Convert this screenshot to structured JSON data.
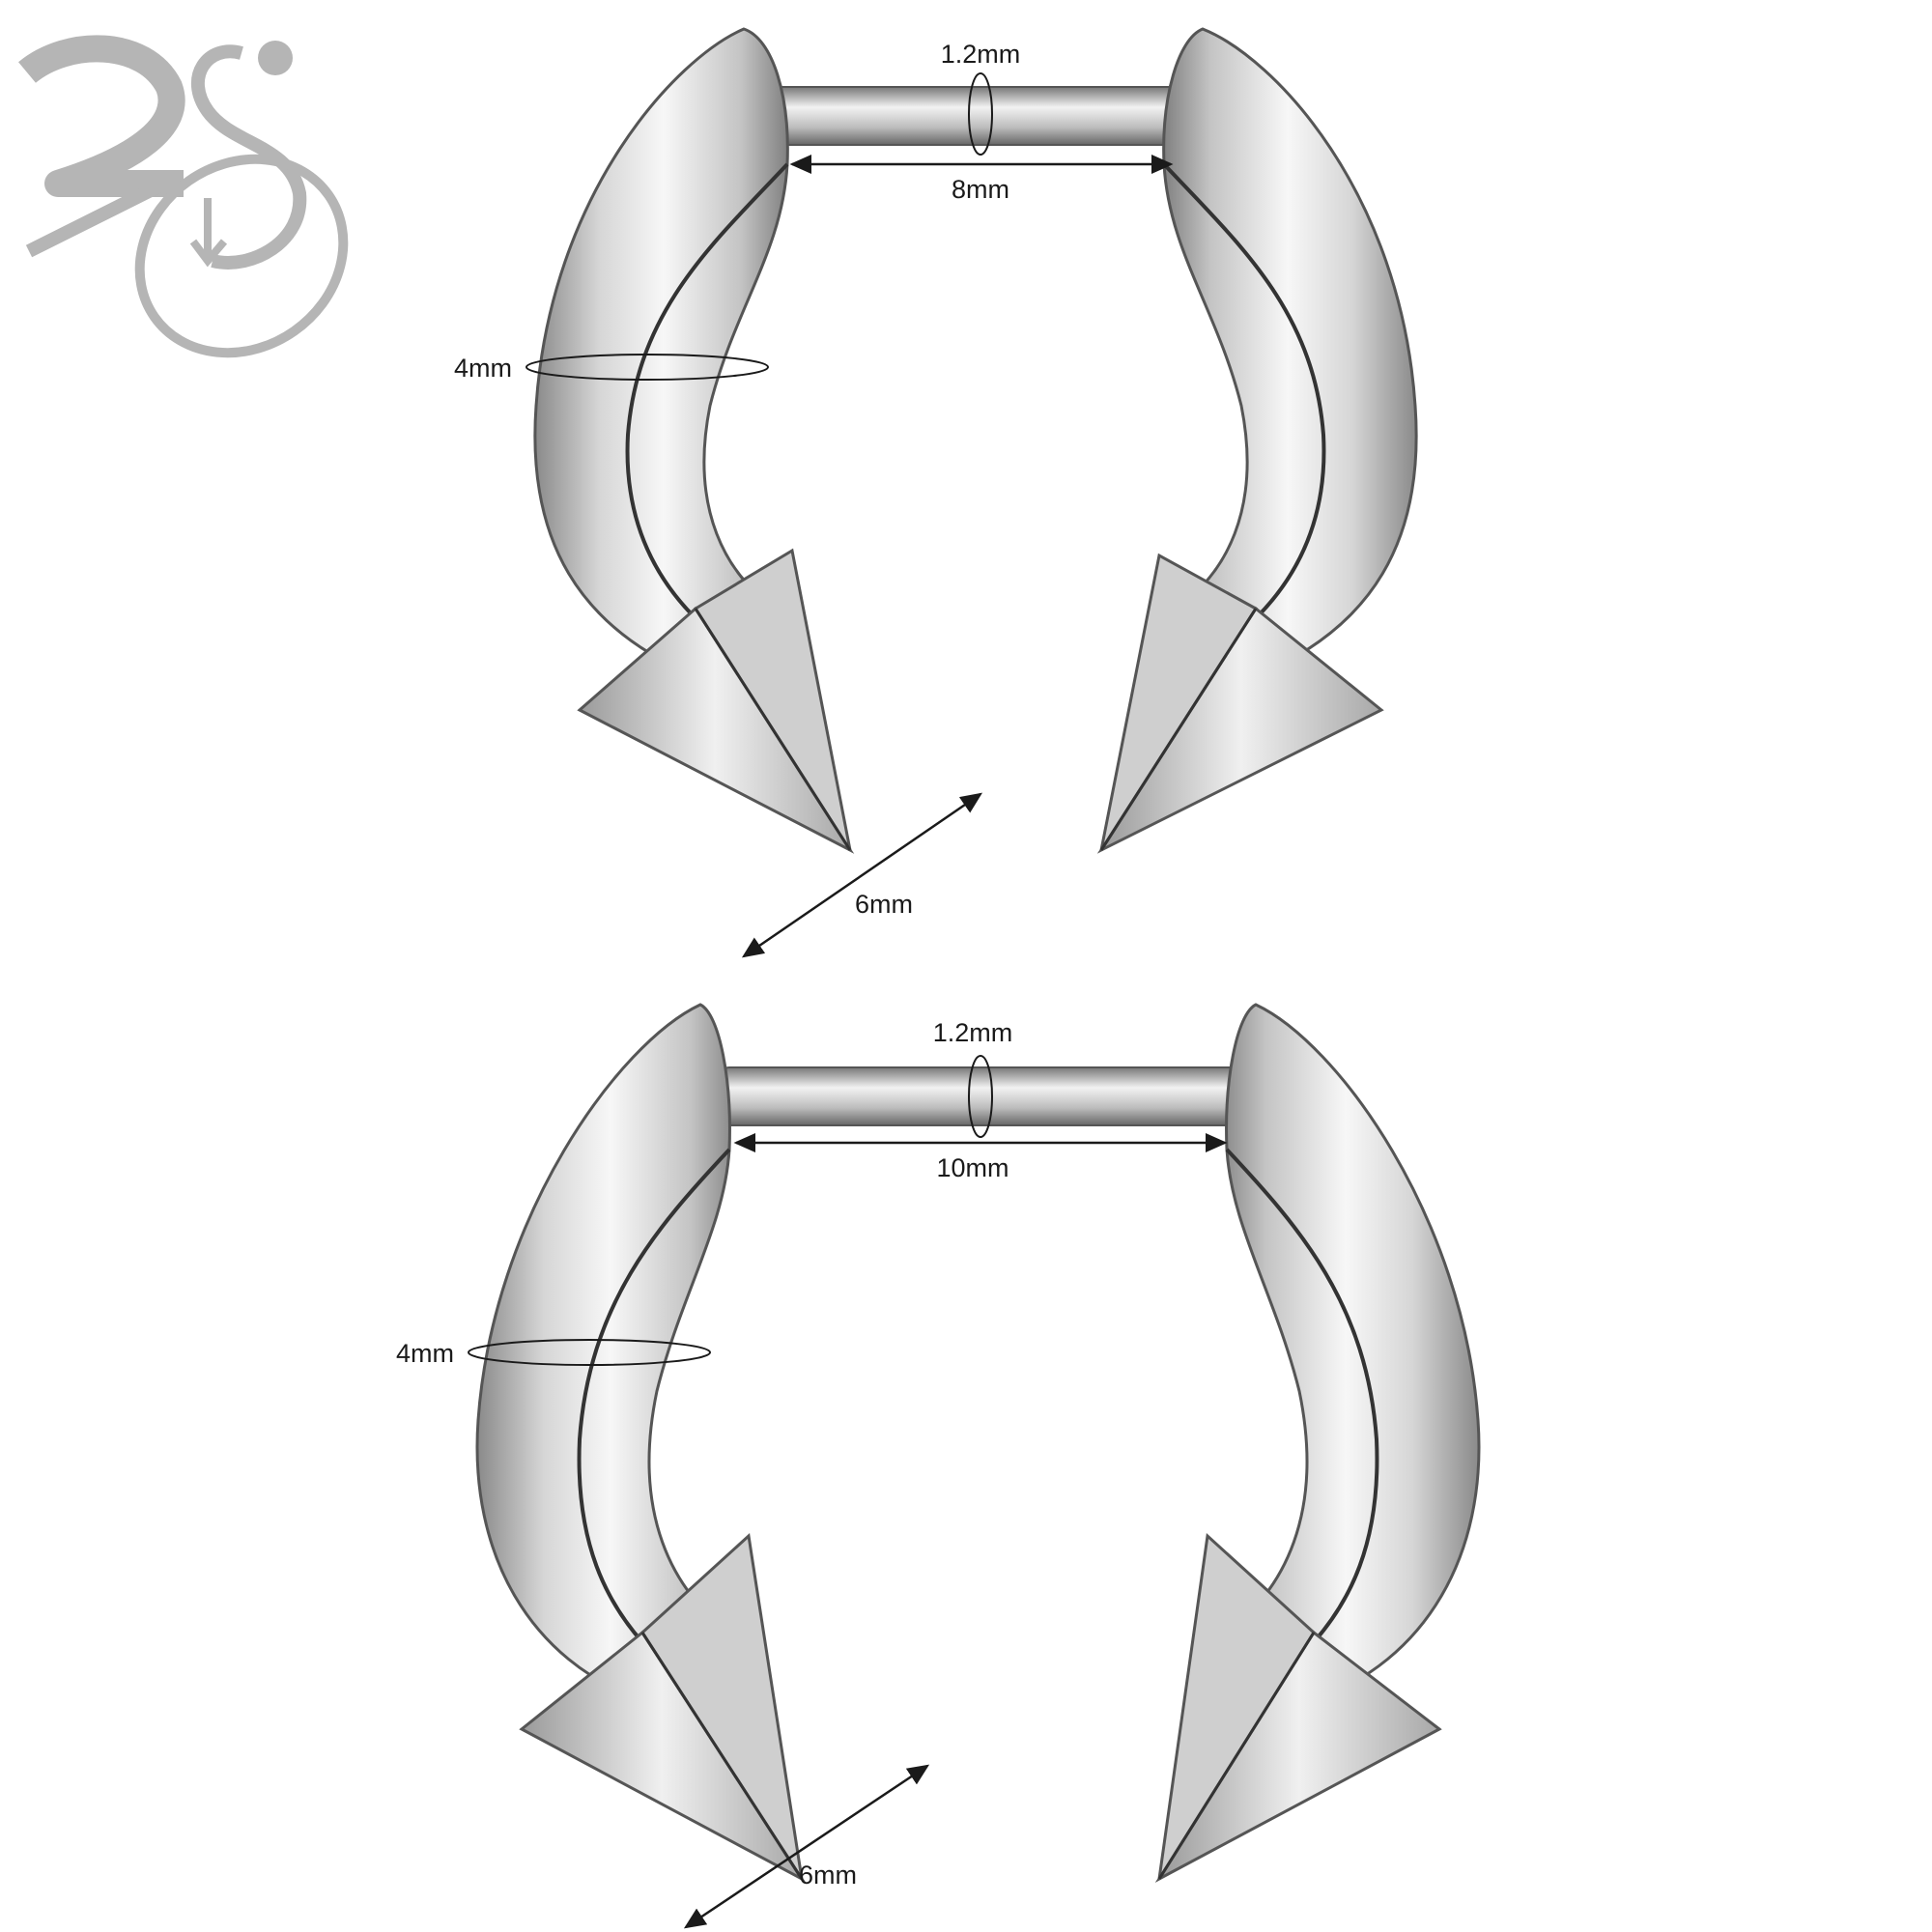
{
  "logo": {
    "text": "ZS",
    "color": "#b5b5b5"
  },
  "colors": {
    "metal_light": "#f4f4f4",
    "metal_mid": "#bdbdbd",
    "metal_dark": "#6e6e6e",
    "line": "#1a1a1a"
  },
  "products": [
    {
      "pin_gauge": "1.2mm",
      "inner_length": "8mm",
      "thickness": "4mm",
      "spike_length": "6mm"
    },
    {
      "pin_gauge": "1.2mm",
      "inner_length": "10mm",
      "thickness": "4mm",
      "spike_length": "6mm"
    }
  ]
}
